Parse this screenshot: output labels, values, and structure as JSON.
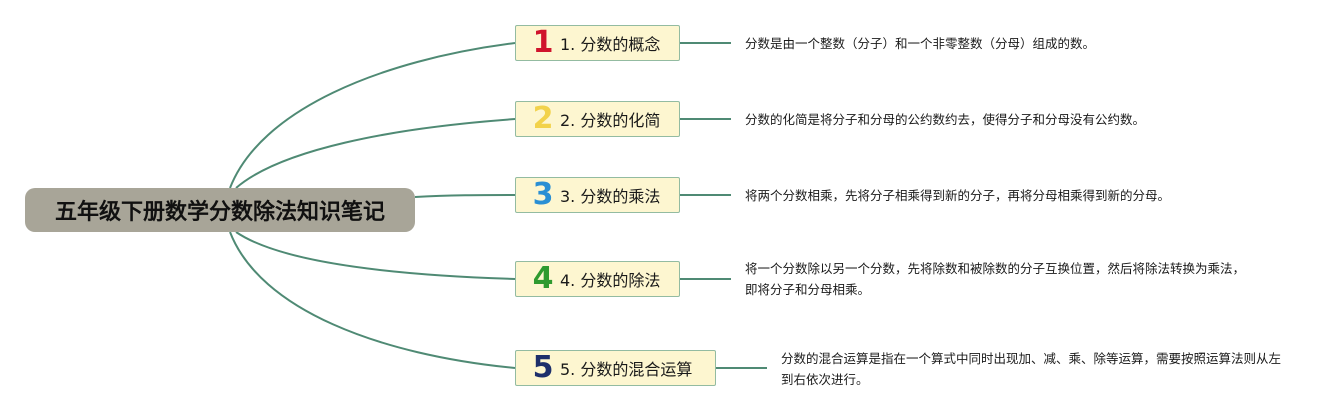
{
  "root": {
    "title": "五年级下册数学分数除法知识笔记"
  },
  "colors": {
    "root_fill": "#a8a598",
    "topic_fill": "#fdf6d0",
    "topic_border": "#93bba1",
    "connector": "#4f8a74"
  },
  "topics": [
    {
      "icon_num": "1",
      "icon_color": "#d0142c",
      "label": "1. 分数的概念",
      "desc": "分数是由一个整数（分子）和一个非零整数（分母）组成的数。"
    },
    {
      "icon_num": "2",
      "icon_color": "#f2d24b",
      "label": "2. 分数的化简",
      "desc": "分数的化简是将分子和分母的公约数约去，使得分子和分母没有公约数。"
    },
    {
      "icon_num": "3",
      "icon_color": "#2a8fd4",
      "label": "3. 分数的乘法",
      "desc": "将两个分数相乘，先将分子相乘得到新的分子，再将分母相乘得到新的分母。"
    },
    {
      "icon_num": "4",
      "icon_color": "#2f9a2f",
      "label": "4. 分数的除法",
      "desc": "将一个分数除以另一个分数，先将除数和被除数的分子互换位置，然后将除法转换为乘法，即将分子和分母相乘。"
    },
    {
      "icon_num": "5",
      "icon_color": "#1d2f6b",
      "label": "5. 分数的混合运算",
      "desc": "分数的混合运算是指在一个算式中同时出现加、减、乘、除等运算，需要按照运算法则从左到右依次进行。"
    }
  ]
}
